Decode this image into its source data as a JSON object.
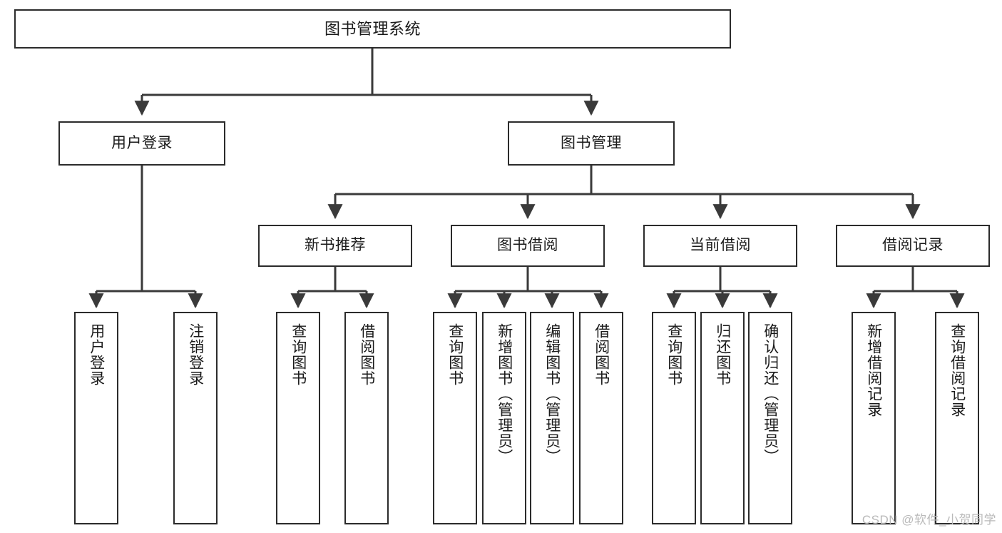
{
  "diagram": {
    "title": "图书管理系统",
    "type": "hierarchy-tree",
    "watermark": "CSDN @软件_小贺同学",
    "colors": {
      "box_border": "#2b2b2b",
      "box_fill": "#ffffff",
      "edge": "#3a3a3a",
      "text": "#1a1a1a",
      "watermark": "#b9b9b9"
    },
    "levels": {
      "root": [
        "图书管理系统"
      ],
      "level2": [
        "用户登录",
        "图书管理"
      ],
      "level3": [
        "新书推荐",
        "图书借阅",
        "当前借阅",
        "借阅记录"
      ],
      "leaves": [
        "用户登录",
        "注销登录",
        "查询图书",
        "借阅图书",
        "查询图书",
        "新增图书（管理员）",
        "编辑图书（管理员）",
        "借阅图书",
        "查询图书",
        "归还图书",
        "确认归还（管理员）",
        "新增借阅记录",
        "查询借阅记录"
      ]
    },
    "nodes": {
      "root": {
        "label": "图书管理系统"
      },
      "user_login": {
        "label": "用户登录"
      },
      "book_manage": {
        "label": "图书管理"
      },
      "new_book_rec": {
        "label": "新书推荐"
      },
      "book_borrow": {
        "label": "图书借阅"
      },
      "current_borrow": {
        "label": "当前借阅"
      },
      "borrow_record": {
        "label": "借阅记录"
      },
      "leaf_user_login": {
        "label": "用户登录"
      },
      "leaf_user_logout": {
        "label": "注销登录"
      },
      "leaf_rec_query": {
        "label": "查询图书"
      },
      "leaf_rec_borrow": {
        "label": "借阅图书"
      },
      "leaf_borrow_query": {
        "label": "查询图书"
      },
      "leaf_borrow_add": {
        "label": "新增图书（管理员）"
      },
      "leaf_borrow_edit": {
        "label": "编辑图书（管理员）"
      },
      "leaf_borrow_lend": {
        "label": "借阅图书"
      },
      "leaf_cur_query": {
        "label": "查询图书"
      },
      "leaf_cur_return": {
        "label": "归还图书"
      },
      "leaf_cur_confirm": {
        "label": "确认归还（管理员）"
      },
      "leaf_rec_add": {
        "label": "新增借阅记录"
      },
      "leaf_rec_search": {
        "label": "查询借阅记录"
      }
    }
  }
}
